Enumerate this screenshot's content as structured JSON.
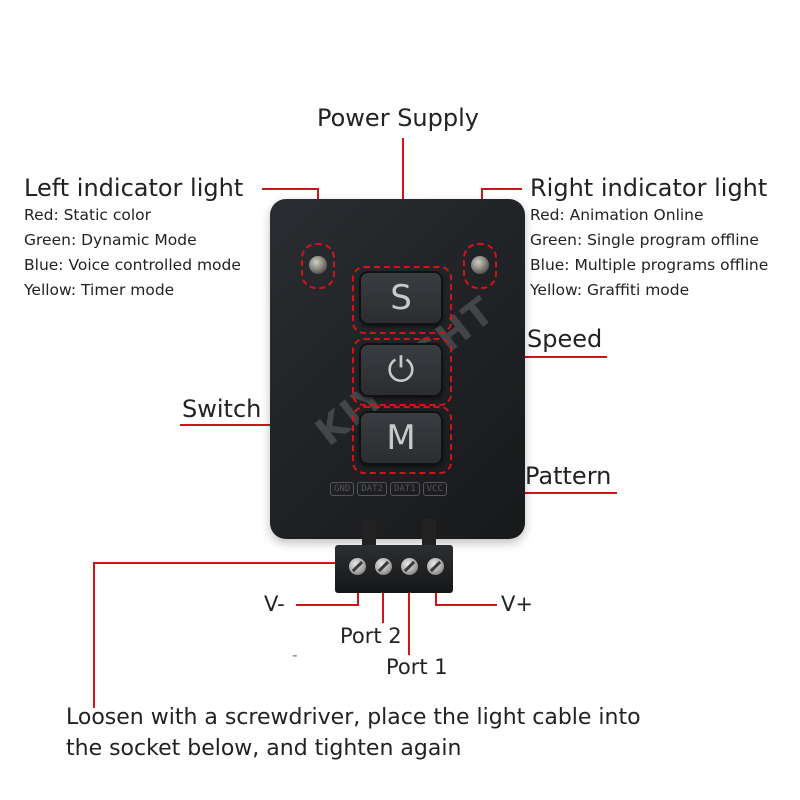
{
  "labels": {
    "power_supply": "Power Supply",
    "left_title": "Left indicator light",
    "left_items": [
      "Red: Static color",
      "Green: Dynamic Mode",
      "Blue: Voice controlled mode",
      "Yellow: Timer mode"
    ],
    "right_title": "Right indicator light",
    "right_items": [
      "Red: Animation Online",
      "Green: Single program offline",
      "Blue: Multiple programs offline",
      "Yellow: Graffiti mode"
    ],
    "speed": "Speed",
    "switch": "Switch",
    "pattern": "Pattern",
    "v_minus": "V-",
    "v_plus": "V+",
    "port2": "Port 2",
    "port1": "Port 1",
    "dash": "-",
    "instruction_1": "Loosen with a screwdriver, place the light cable into",
    "instruction_2": "the socket below, and tighten again"
  },
  "device": {
    "button_s": "S",
    "button_power": "⏻",
    "button_m": "M",
    "watermark": "KIYLIGHT",
    "pins": [
      "GND",
      "DAT2",
      "DAT1",
      "VCC"
    ]
  },
  "colors": {
    "callout_line": "#d0141a",
    "device_body": "#1e2023"
  }
}
